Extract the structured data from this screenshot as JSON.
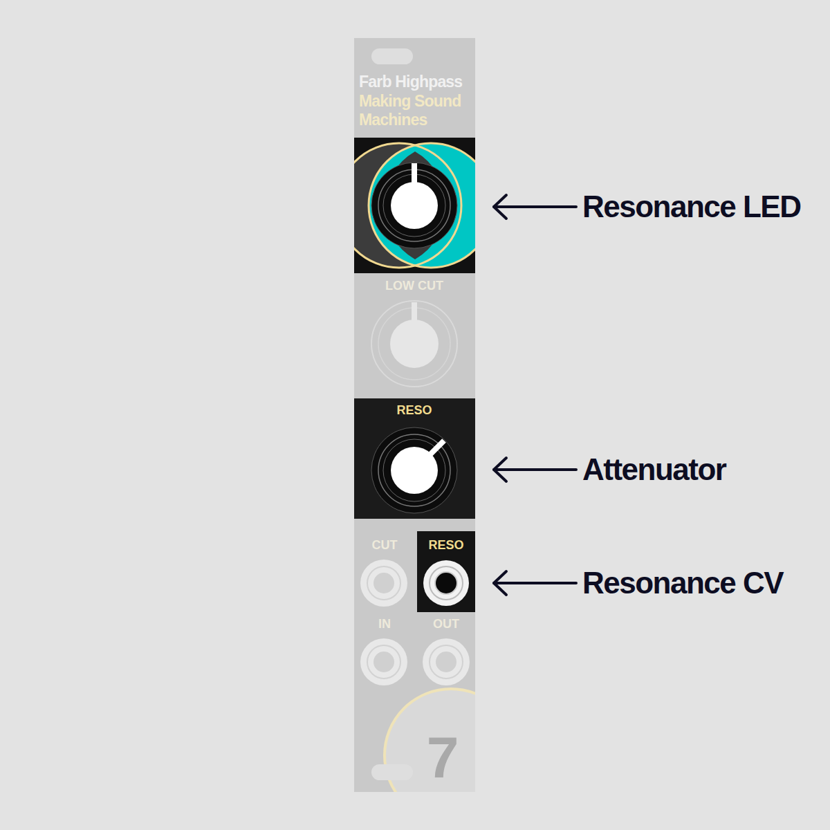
{
  "diagram": {
    "labels": [
      "Farb Highpass",
      "Making Sound",
      "Machines",
      "LOW CUT",
      "RESO",
      "CUT",
      "RESO",
      "IN",
      "OUT",
      "7",
      "Resonance LED",
      "Attenuator",
      "Resonance CV"
    ]
  }
}
